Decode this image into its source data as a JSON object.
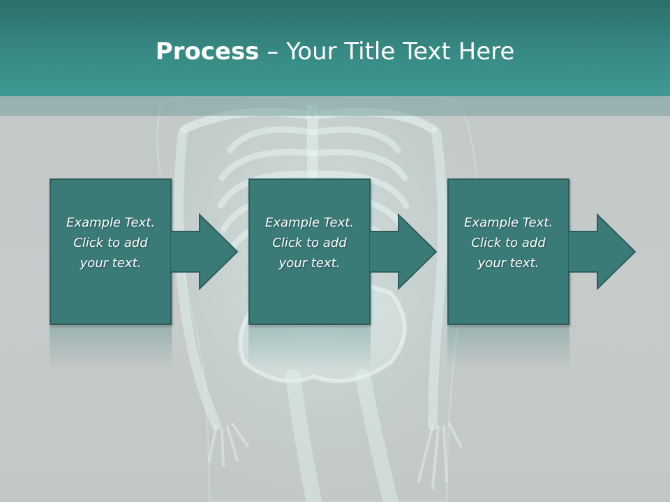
{
  "header": {
    "title_bold": "Process",
    "title_rest": " – Your Title Text Here"
  },
  "steps": [
    {
      "lines": [
        "Example Text.",
        "Click  to add",
        "your text."
      ]
    },
    {
      "lines": [
        "Example Text.",
        "Click  to add",
        "your text."
      ]
    },
    {
      "lines": [
        "Example Text.",
        "Click  to add",
        "your text."
      ]
    }
  ],
  "colors": {
    "header": "#378a84",
    "box_fill": "#3a7b78",
    "box_border": "#2a5d5a",
    "background": "#c3c9c8"
  }
}
